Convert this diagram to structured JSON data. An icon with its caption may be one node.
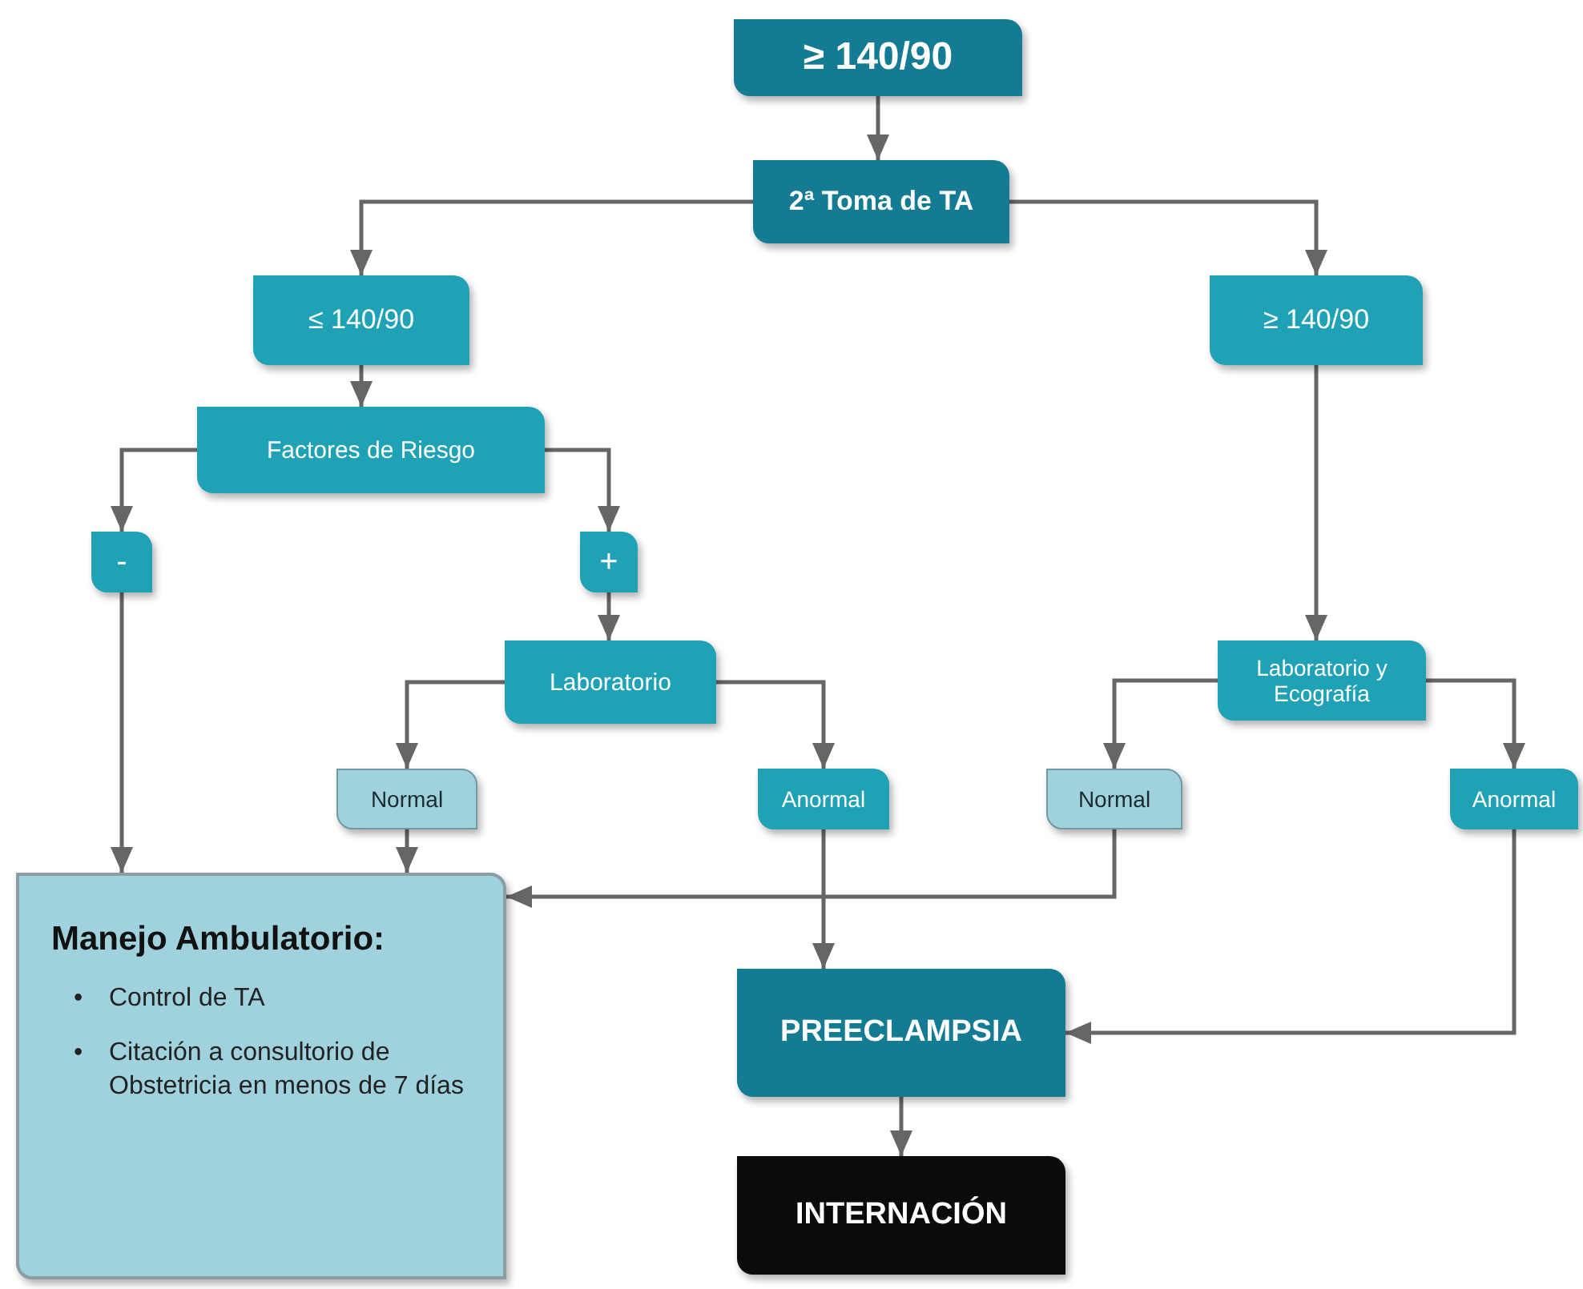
{
  "diagram": {
    "nodes": [
      {
        "text": [
          "≥ 140/90"
        ]
      },
      {
        "text": [
          "2ª Toma de TA"
        ]
      },
      {
        "text": [
          "≤ 140/90"
        ]
      },
      {
        "text": [
          "≥ 140/90"
        ]
      },
      {
        "text": [
          "Factores de Riesgo"
        ]
      },
      {
        "text": [
          "-"
        ]
      },
      {
        "text": [
          "+"
        ]
      },
      {
        "text": [
          "Laboratorio"
        ]
      },
      {
        "text": [
          "Laboratorio y Ecografía"
        ]
      },
      {
        "text": [
          "Normal"
        ]
      },
      {
        "text": [
          "Anormal"
        ]
      },
      {
        "text": [
          "Normal"
        ]
      },
      {
        "text": [
          "Anormal"
        ]
      },
      {
        "text": [
          "Manejo Ambulatorio:",
          "Control de TA",
          "Citación a consultorio de Obstetricia en menos de 7 días"
        ]
      },
      {
        "text": [
          "PREECLAMPSIA"
        ]
      },
      {
        "text": [
          "INTERNACIÓN"
        ]
      }
    ],
    "edges": [
      {
        "from": 0,
        "to": 1,
        "arrow": "to"
      },
      {
        "from": 1,
        "to": 2,
        "arrow": "to"
      },
      {
        "from": 1,
        "to": 3,
        "arrow": "to"
      },
      {
        "from": 2,
        "to": 4,
        "arrow": "to"
      },
      {
        "from": 4,
        "to": 5,
        "arrow": "to"
      },
      {
        "from": 4,
        "to": 6,
        "arrow": "to"
      },
      {
        "from": 6,
        "to": 7,
        "arrow": "to"
      },
      {
        "from": 3,
        "to": 8,
        "arrow": "to"
      },
      {
        "from": 7,
        "to": 9,
        "arrow": "to"
      },
      {
        "from": 7,
        "to": 10,
        "arrow": "to"
      },
      {
        "from": 8,
        "to": 11,
        "arrow": "to"
      },
      {
        "from": 8,
        "to": 12,
        "arrow": "to"
      },
      {
        "from": 5,
        "to": 13,
        "arrow": "to"
      },
      {
        "from": 9,
        "to": 13,
        "arrow": "to"
      },
      {
        "from": 11,
        "to": 13,
        "arrow": "to"
      },
      {
        "from": 10,
        "to": 14,
        "arrow": "to"
      },
      {
        "from": 12,
        "to": 14,
        "arrow": "to"
      },
      {
        "from": 14,
        "to": 15,
        "arrow": "to"
      }
    ],
    "labels": [
      "•",
      "•"
    ]
  }
}
